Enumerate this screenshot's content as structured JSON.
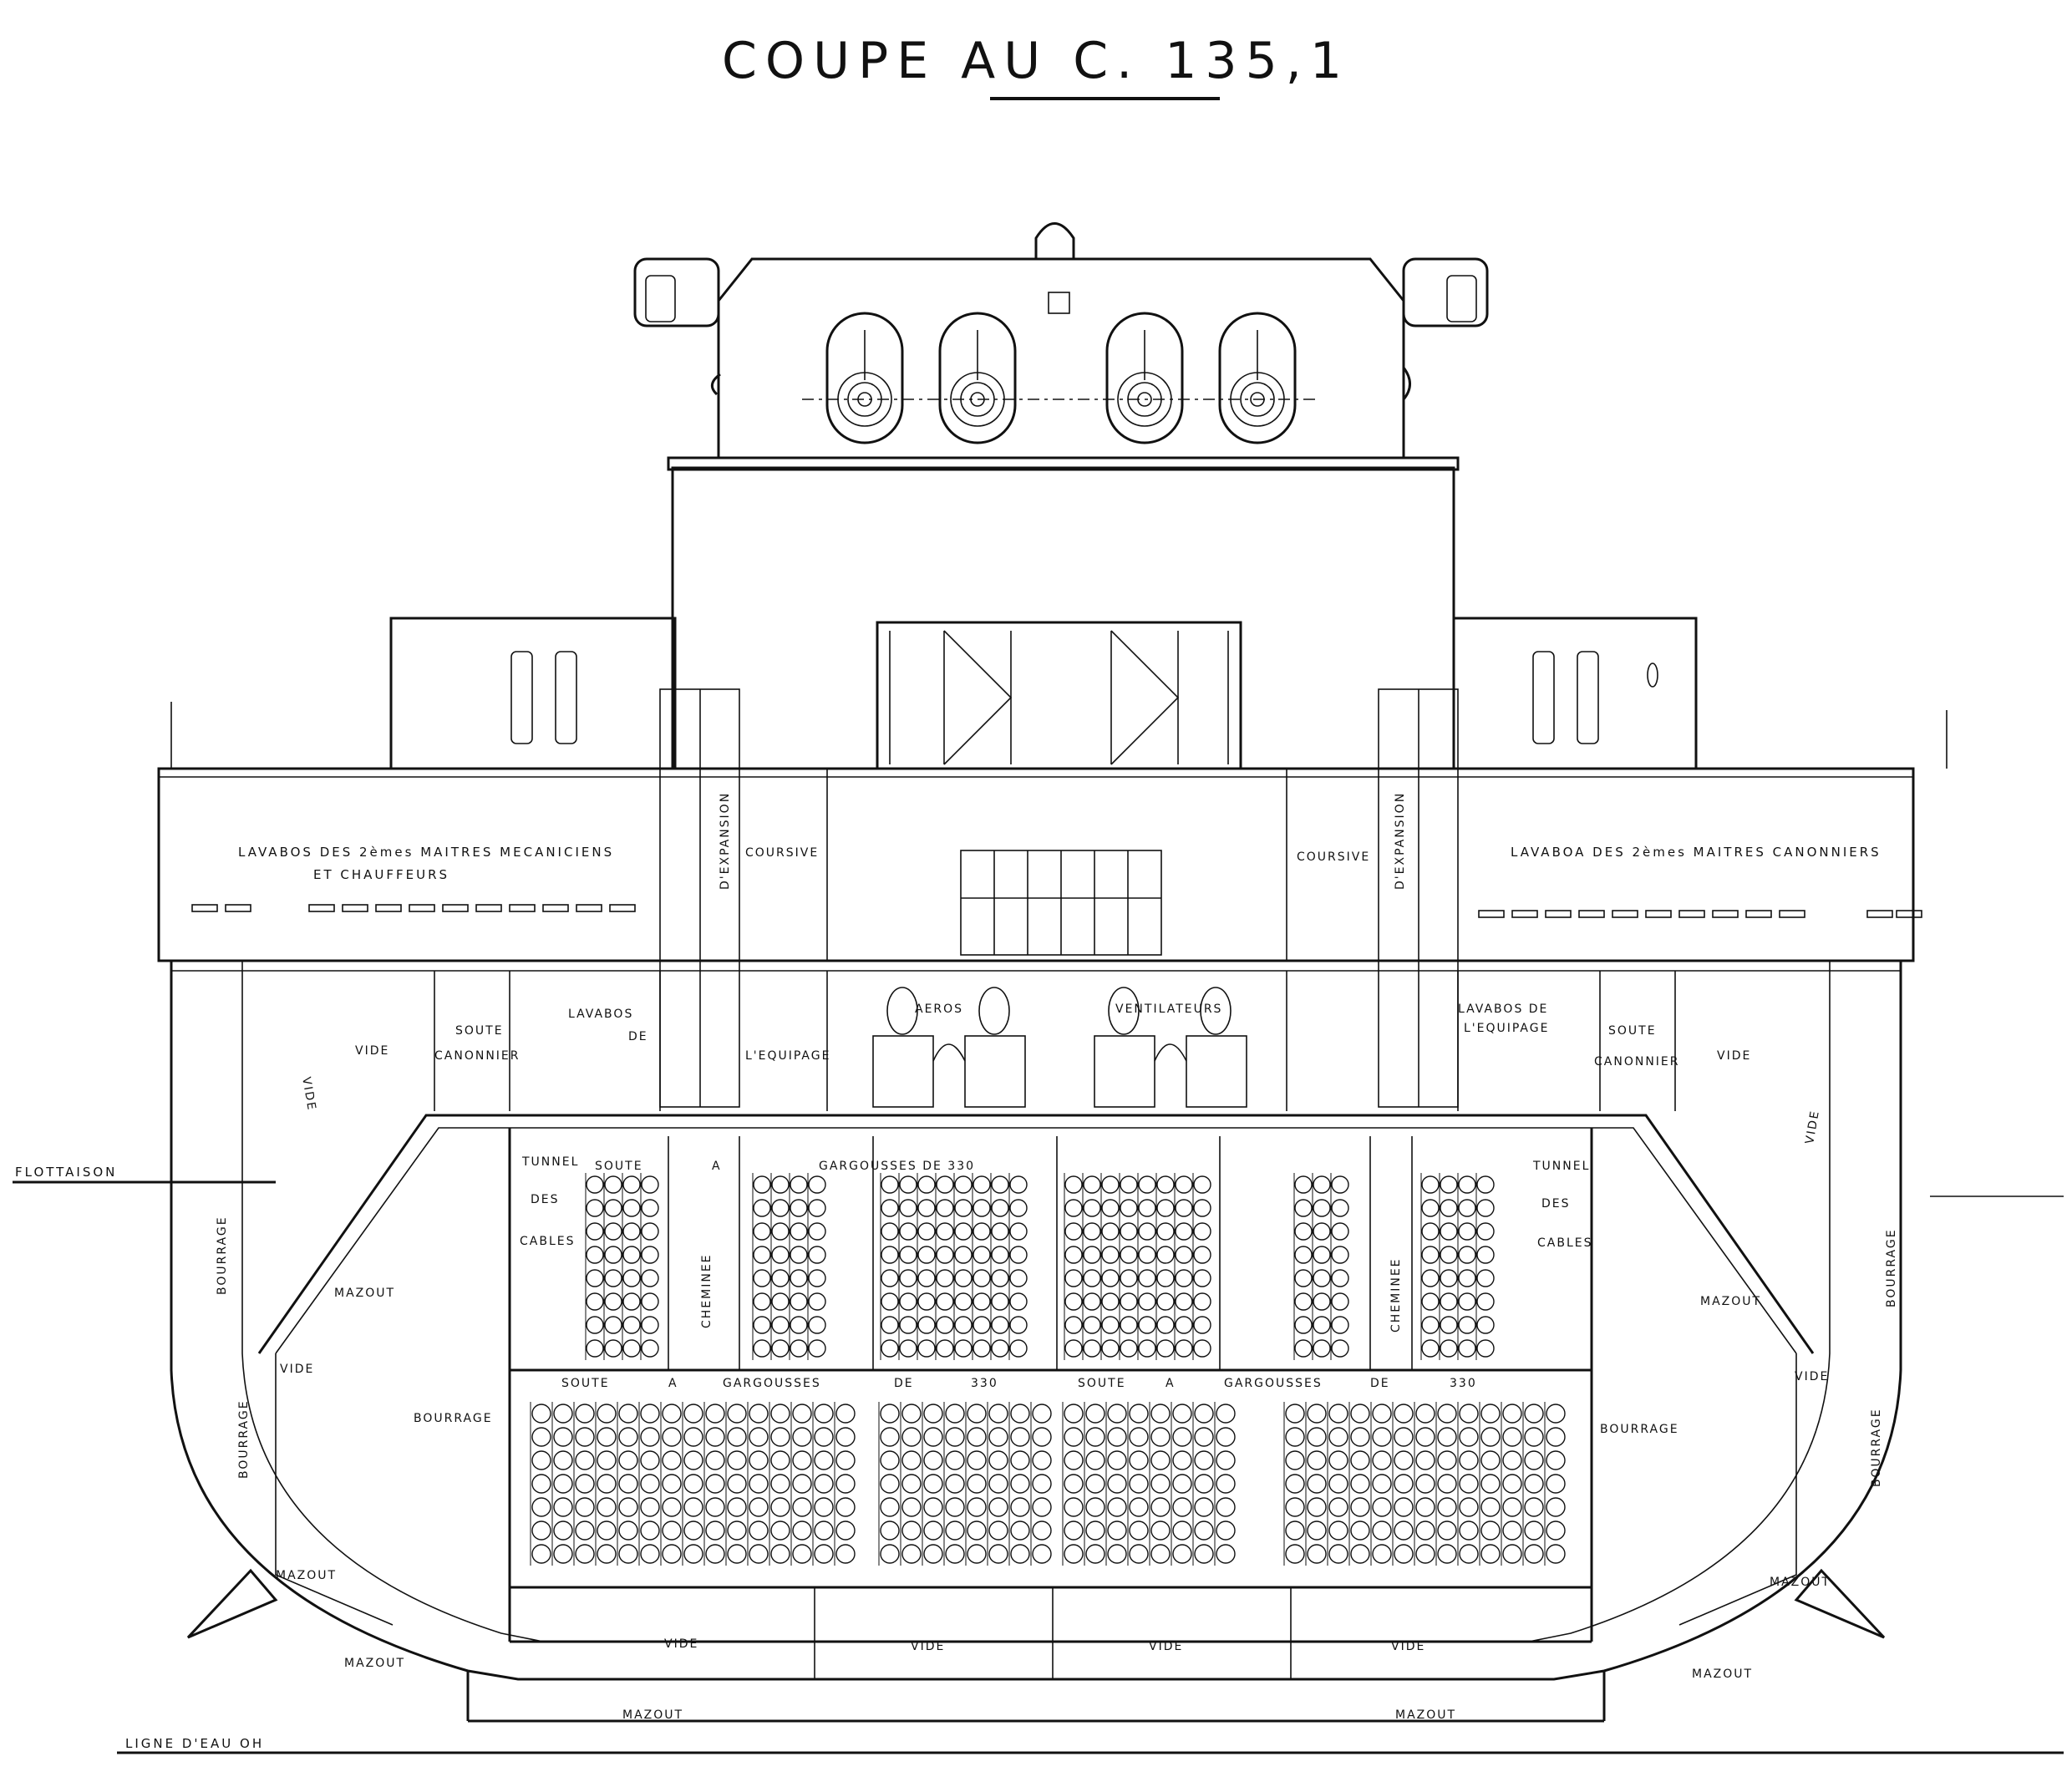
{
  "title": "COUPE AU C. 135,1",
  "labels": {
    "lavabos_mecaniciens_1": "LAVABOS DES 2èmes MAITRES MECANICIENS",
    "lavabos_mecaniciens_2": "ET CHAUFFEURS",
    "lavabos_canonniers": "LAVABOA DES 2èmes MAITRES CANONNIERS",
    "coursive_left": "COURSIVE",
    "coursive_right": "COURSIVE",
    "expansion_left": "D'EXPANSION",
    "expansion_right": "D'EXPANSION",
    "vide_upper_left": "VIDE",
    "vide_upper_right": "VIDE",
    "vide_diag_left": "VIDE",
    "vide_diag_right": "VIDE",
    "soute_canonnier_left_1": "SOUTE",
    "soute_canonnier_left_2": "CANONNIER",
    "soute_canonnier_right_1": "SOUTE",
    "soute_canonnier_right_2": "CANONNIER",
    "lavabos_equipage_left_1": "LAVABOS",
    "lavabos_equipage_left_2": "DE",
    "lavabos_equipage_left_3": "L'EQUIPAGE",
    "lavabos_equipage_right_1": "LAVABOS DE",
    "lavabos_equipage_right_2": "L'EQUIPAGE",
    "aeros": "AEROS",
    "ventilateurs": "VENTILATEURS",
    "flottaison": "FLOTTAISON",
    "tunnel_left_1": "TUNNEL",
    "tunnel_left_2": "DES",
    "tunnel_left_3": "CABLES",
    "tunnel_right_1": "TUNNEL",
    "tunnel_right_2": "DES",
    "tunnel_right_3": "CABLES",
    "soute_upper": "SOUTE",
    "a_upper": "A",
    "gargousses_upper": "GARGOUSSES DE 330",
    "cheminee_left": "CHEMINEE",
    "cheminee_right": "CHEMINEE",
    "bourrage_outer_left": "BOURRAGE",
    "bourrage_outer_right": "BOURRAGE",
    "mazout_left": "MAZOUT",
    "mazout_right": "MAZOUT",
    "bourrage_inner_left": "BOURRAGE",
    "bourrage_inner_right": "BOURRAGE",
    "vide_bilge_left": "VIDE",
    "vide_bilge_right": "VIDE",
    "bourrage_bilge_left": "BOURRAGE",
    "bourrage_bilge_right": "BOURRAGE",
    "lower_soute_1": "SOUTE",
    "lower_a_1": "A",
    "lower_garg_1": "GARGOUSSES",
    "lower_de_1": "DE",
    "lower_330_1": "330",
    "lower_soute_2": "SOUTE",
    "lower_a_2": "A",
    "lower_garg_2": "GARGOUSSES",
    "lower_de_2": "DE",
    "lower_330_2": "330",
    "mazout_bilge_left": "MAZOUT",
    "mazout_bilge_right": "MAZOUT",
    "mazout_low_left": "MAZOUT",
    "mazout_low_right": "MAZOUT",
    "vide_bottom_1": "VIDE",
    "vide_bottom_2": "VIDE",
    "vide_bottom_3": "VIDE",
    "vide_bottom_4": "VIDE",
    "mazout_bottom_left": "MAZOUT",
    "mazout_bottom_right": "MAZOUT",
    "ligne_eau": "LIGNE D'EAU OH"
  }
}
